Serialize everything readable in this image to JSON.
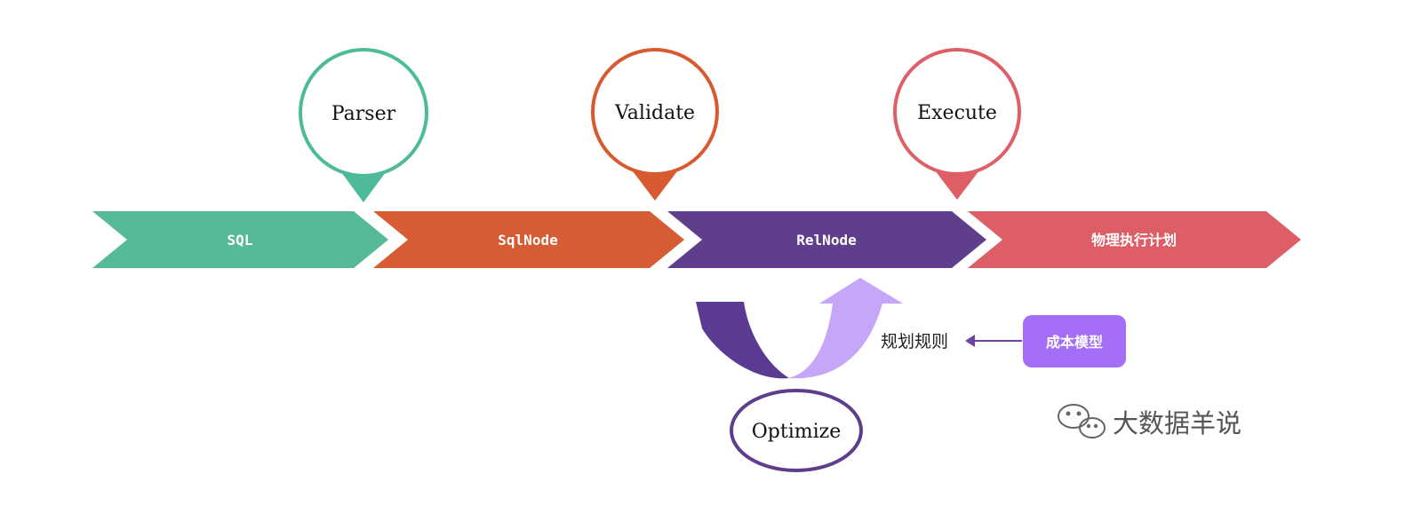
{
  "bubbles": [
    {
      "label": "Parser",
      "color": "#4dbb99"
    },
    {
      "label": "Validate",
      "color": "#d85a30"
    },
    {
      "label": "Execute",
      "color": "#de5f66"
    }
  ],
  "stages": [
    {
      "label": "SQL",
      "color": "#55b99a"
    },
    {
      "label": "SqlNode",
      "color": "#d55c33"
    },
    {
      "label": "RelNode",
      "color": "#5f3e8c"
    },
    {
      "label": "物理执行计划",
      "color": "#de5e67"
    }
  ],
  "optimize": {
    "label": "Optimize",
    "color": "#5d3d8c"
  },
  "rules_label": "规划规则",
  "cost_model": {
    "label": "成本模型",
    "color": "#a56ef6"
  },
  "watermark": {
    "text": "大数据羊说",
    "color": "#555555"
  }
}
